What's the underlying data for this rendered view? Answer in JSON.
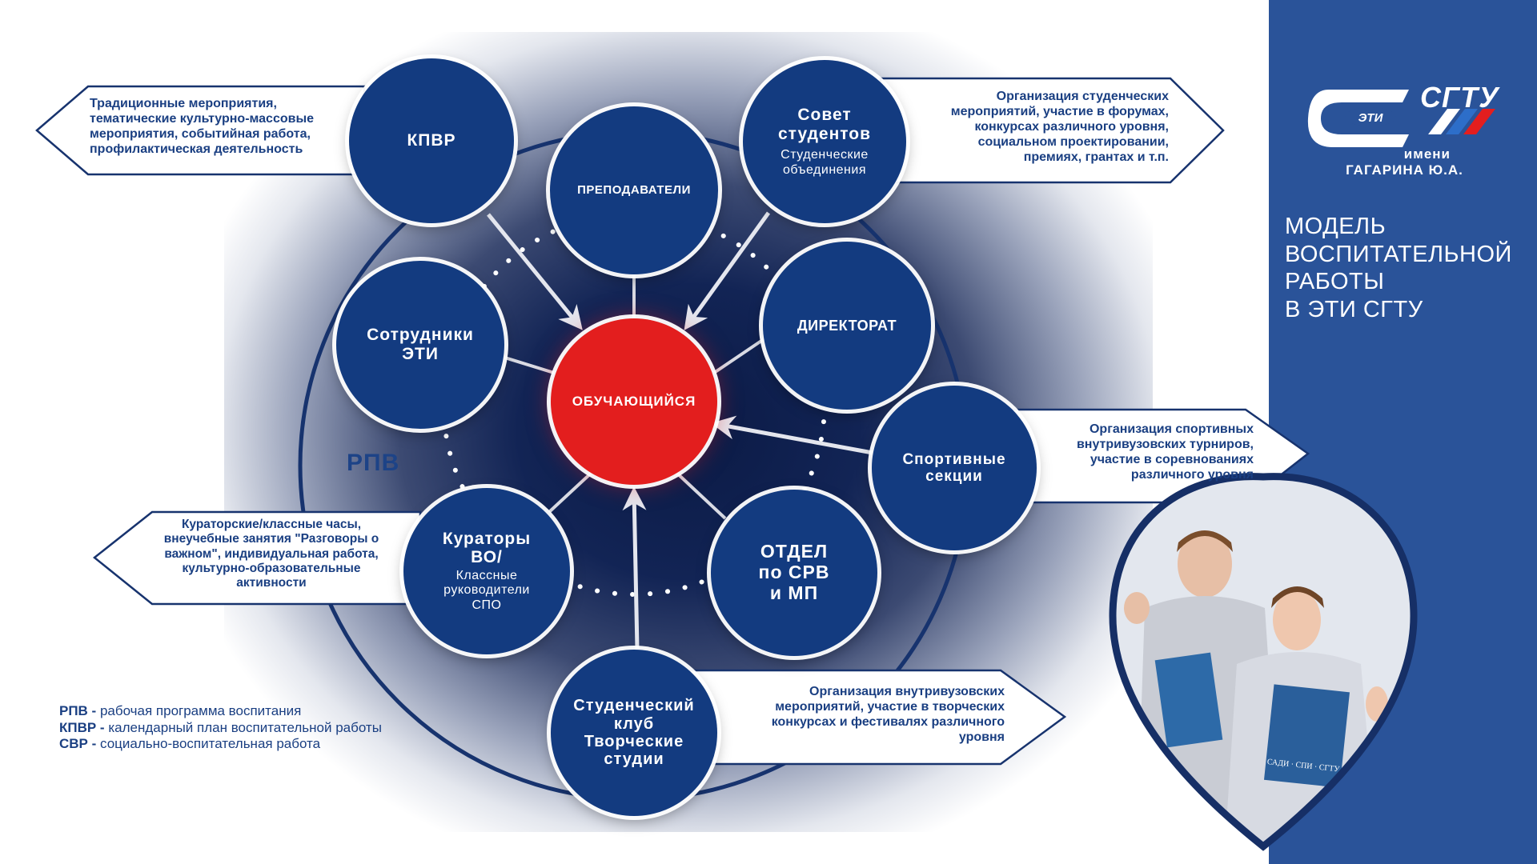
{
  "center": {
    "label": "ОБУЧАЮЩИЙСЯ"
  },
  "nodes": {
    "kpvr": {
      "title": "КПВР"
    },
    "teachers": {
      "title": "ПРЕПОДАВАТЕЛИ"
    },
    "council": {
      "title": "Совет\nстудентов",
      "subtitle": "Студенческие\nобъединения"
    },
    "staff": {
      "title": "Сотрудники\nЭТИ"
    },
    "directorate": {
      "title": "ДИРЕКТОРАТ"
    },
    "sports": {
      "title": "Спортивные\nсекции"
    },
    "curators": {
      "title": "Кураторы\nВО/",
      "subtitle": "Классные\nруководители\nСПО"
    },
    "department": {
      "title": "ОТДЕЛ\nпо СРВ\nи МП"
    },
    "club": {
      "title": "Студенческий\nклуб\nТворческие\nстудии"
    }
  },
  "callouts": {
    "kpvr": "Традиционные мероприятия,\nтематические культурно-массовые\nмероприятия, событийная работа,\nпрофилактическая деятельность",
    "council": "Организация студенческих\nмероприятий, участие в форумах,\nконкурсах различного уровня,\nсоциальном проектировании,\nпремиях, грантах и т.п.",
    "sports": "Организация спортивных\nвнутривузовских турниров,\nучастие в соревнованиях\nразличного уровня",
    "curators": "Кураторские/классные часы,\nвнеучебные занятия \"Разговоры о\nважном\", индивидуальная работа,\nкультурно-образовательные\nактивности",
    "club": "Организация внутривузовских\nмероприятий, участие в творческих\nконкурсах и фестивалях различного\nуровня"
  },
  "outer_ring_label": "РПВ",
  "legend": [
    {
      "abbr": "РПВ -",
      "text": " рабочая программа воспитания"
    },
    {
      "abbr": "КПВР -",
      "text": " календарный план воспитательной работы"
    },
    {
      "abbr": "СВР -",
      "text": " социально-воспитательная работа"
    }
  ],
  "panel": {
    "logo_top": "ЭТИ",
    "logo_main": "СГТУ",
    "logo_sub_1": "имени",
    "logo_sub_2": "ГАГАРИНА Ю.А.",
    "title_lines": [
      "МОДЕЛЬ",
      "ВОСПИТАТЕЛЬНОЙ",
      "РАБОТЫ",
      "В ЭТИ СГТУ"
    ],
    "photo_book_label": "САДИ · СПИ · СГТУ"
  },
  "colors": {
    "node_fill": "#133b80",
    "center_fill": "#e31e1e",
    "panel_blue": "#2a5399",
    "text_blue": "#1a3f82",
    "ring": "#17336e"
  }
}
